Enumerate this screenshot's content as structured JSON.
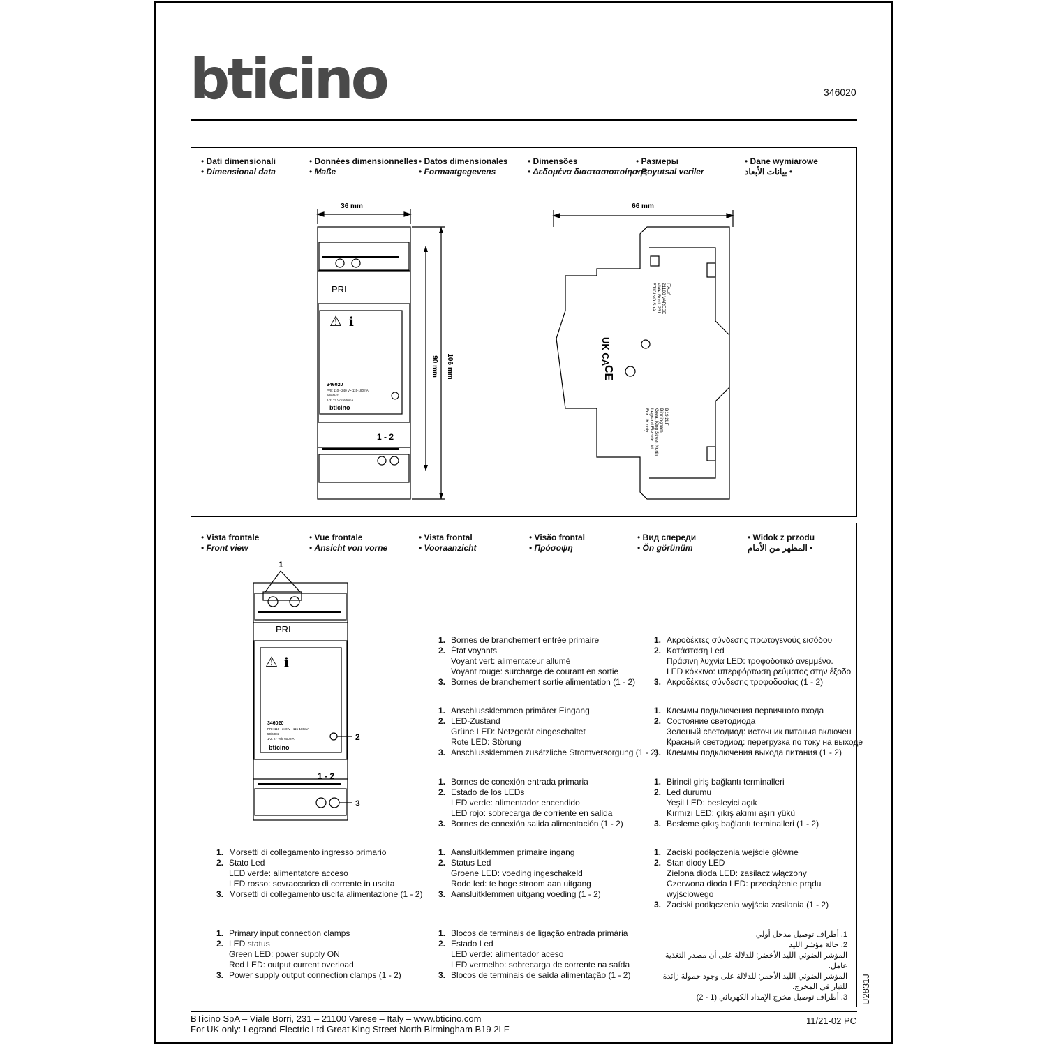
{
  "logo": "bticino",
  "product_code": "346020",
  "dimensional": {
    "headers": [
      {
        "a": "Dati dimensionali",
        "b": "Dimensional data"
      },
      {
        "a": "Données dimensionnelles",
        "b": "Maße"
      },
      {
        "a": "Datos dimensionales",
        "b": "Formaatgegevens"
      },
      {
        "a": "Dimensões",
        "b": "Δεδομένα διαστασιοποίησης"
      },
      {
        "a": "Размеры",
        "b": "Boyutsal veriler"
      },
      {
        "a": "Dane wymiarowe",
        "b": "بيانات الأبعاد"
      }
    ],
    "width_label": "36 mm",
    "depth_label": "66 mm",
    "height_label": "106 mm",
    "inner_height_label": "90 mm",
    "label_pri": "PRI",
    "label_out": "1 - 2",
    "label_model": "346020",
    "label_spec1": "PRI: 110 - 240 V~ 115-180mA",
    "label_spec2": "50/60Hz",
    "label_spec3": "1-2: 27 Vdc 600mA",
    "label_brand": "bticino",
    "side_address": [
      "BTICINO SpA",
      "Viale Borri, 231",
      "21100 VARESE",
      "ITALY"
    ],
    "side_uk": [
      "For UK only:",
      "Legrand Electric Ltd",
      "Great King Street North",
      "Birmingham",
      "B19 2LF"
    ],
    "mark_ukca": "UK CA",
    "mark_ce": "CE"
  },
  "front": {
    "headers": [
      {
        "a": "Vista frontale",
        "b": "Front view"
      },
      {
        "a": "Vue frontale",
        "b": "Ansicht von vorne"
      },
      {
        "a": "Vista frontal",
        "b": "Vooraanzicht"
      },
      {
        "a": "Visão frontal",
        "b": "Πρόσοψη"
      },
      {
        "a": "Вид спереди",
        "b": "Ön görünüm"
      },
      {
        "a": "Widok z przodu",
        "b": "المظهر من الأمام"
      }
    ],
    "callouts": [
      "1",
      "2",
      "3"
    ],
    "label_pri": "PRI",
    "label_out": "1 - 2",
    "label_model": "346020",
    "label_spec1": "PRI: 110 - 240 V~ 115-180mA",
    "label_spec2": "50/60Hz",
    "label_spec3": "1-2: 27 Vdc 600mA",
    "label_brand": "bticino"
  },
  "legends": {
    "fr": {
      "l1": "Bornes de branchement entrée primaire",
      "l2": "État voyants",
      "l2a": "Voyant vert: alimentateur allumé",
      "l2b": "Voyant rouge: surcharge de courant en sortie",
      "l3": "Bornes de branchement sortie alimentation (1 - 2)"
    },
    "el": {
      "l1": "Ακροδέκτες σύνδεσης πρωτογενούς εισόδου",
      "l2": "Κατάσταση Led",
      "l2a": "Πράσινη λυχνία LED: τροφοδοτικό ανεμμένο.",
      "l2b": "LED κόκκινο: υπερφόρτωση ρεύματος στην έξοδο",
      "l3": "Ακροδέκτες σύνδεσης τροφοδοσίας (1 - 2)"
    },
    "de": {
      "l1": "Anschlussklemmen primärer Eingang",
      "l2": "LED-Zustand",
      "l2a": "Grüne LED: Netzgerät eingeschaltet",
      "l2b": "Rote LED: Störung",
      "l3": "Anschlussklemmen zusätzliche Stromversorgung (1 - 2)"
    },
    "ru": {
      "l1": "Клеммы подключения первичного входа",
      "l2": "Состояние светодиода",
      "l2a": "Зеленый светодиод: источник питания включен",
      "l2b": "Красный светодиод: перегрузка по току на выходе",
      "l3": "Клеммы подключения выхода питания (1 - 2)"
    },
    "es": {
      "l1": "Bornes de conexión entrada primaria",
      "l2": "Estado de los LEDs",
      "l2a": "LED verde: alimentador encendido",
      "l2b": "LED rojo: sobrecarga de corriente en salida",
      "l3": "Bornes de conexión salida alimentación (1 - 2)"
    },
    "tr": {
      "l1": "Birincil giriş bağlantı terminalleri",
      "l2": "Led durumu",
      "l2a": "Yeşil LED: besleyici açık",
      "l2b": "Kırmızı LED: çıkış akımı aşırı yükü",
      "l3": "Besleme çıkış bağlantı terminalleri (1 - 2)"
    },
    "it": {
      "l1": "Morsetti di collegamento ingresso primario",
      "l2": "Stato Led",
      "l2a": "LED verde: alimentatore acceso",
      "l2b": "LED rosso: sovraccarico di corrente in uscita",
      "l3": "Morsetti di collegamento uscita alimentazione (1 - 2)"
    },
    "nl": {
      "l1": "Aansluitklemmen primaire ingang",
      "l2": "Status Led",
      "l2a": "Groene LED: voeding ingeschakeld",
      "l2b": "Rode led: te hoge stroom aan uitgang",
      "l3": "Aansluitklemmen uitgang voeding (1 - 2)"
    },
    "pl": {
      "l1": "Zaciski podłączenia wejście główne",
      "l2": "Stan diody LED",
      "l2a": "Zielona dioda LED: zasilacz włączony",
      "l2b": "Czerwona dioda LED: przeciążenie prądu",
      "l2c": "wyjściowego",
      "l3": "Zaciski podłączenia wyjścia zasilania (1 - 2)"
    },
    "en": {
      "l1": "Primary input connection clamps",
      "l2": "LED status",
      "l2a": "Green LED: power supply ON",
      "l2b": "Red LED: output current overload",
      "l3": "Power supply output connection clamps (1 - 2)"
    },
    "pt": {
      "l1": "Blocos de terminais de ligação entrada primária",
      "l2": "Estado Led",
      "l2a": "LED verde: alimentador aceso",
      "l2b": "LED vermelho: sobrecarga de corrente na saída",
      "l3": "Blocos de terminais de saída alimentação (1 - 2)"
    },
    "ar": {
      "l1": "1. أطراف توصيل مدخل أولي",
      "l2": "2. حالة مؤشر الليد",
      "l2a": "المؤشر الضوئي الليد الأخضر: للدلالة على أن مصدر التغذية عامل.",
      "l2b": "المؤشر الضوئي الليد الأحمر: للدلالة على وجود حمولة زائدة",
      "l2c": "للتيار في المخرج.",
      "l3": "3. أطراف توصيل مخرج الإمداد الكهربائي (1 - 2)"
    }
  },
  "numbers": [
    "1.",
    "2.",
    "3."
  ],
  "doc_code": "U2831J",
  "footer": {
    "line1": "BTicino SpA – Viale Borri, 231 – 21100 Varese – Italy – www.bticino.com",
    "line2": "For UK only: Legrand Electric Ltd Great King Street North Birmingham B19 2LF",
    "date": "11/21-02 PC"
  },
  "colors": {
    "logo": "#4a4a4a",
    "ink": "#111111"
  }
}
